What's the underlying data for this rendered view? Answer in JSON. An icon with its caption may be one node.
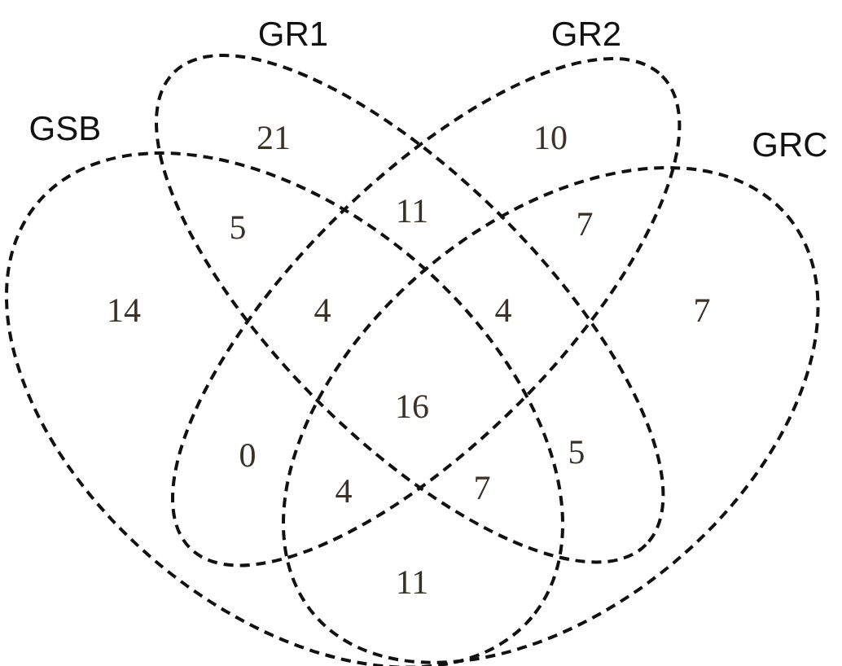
{
  "diagram": {
    "nodes": [
      {
        "text": [
          "GSB"
        ]
      },
      {
        "text": [
          "GR1"
        ]
      },
      {
        "text": [
          "GR2"
        ]
      },
      {
        "text": [
          "GRC"
        ]
      }
    ],
    "labels": [
      "21",
      "10",
      "5",
      "11",
      "7",
      "14",
      "4",
      "4",
      "7",
      "16",
      "0",
      "5",
      "4",
      "7",
      "11"
    ]
  }
}
